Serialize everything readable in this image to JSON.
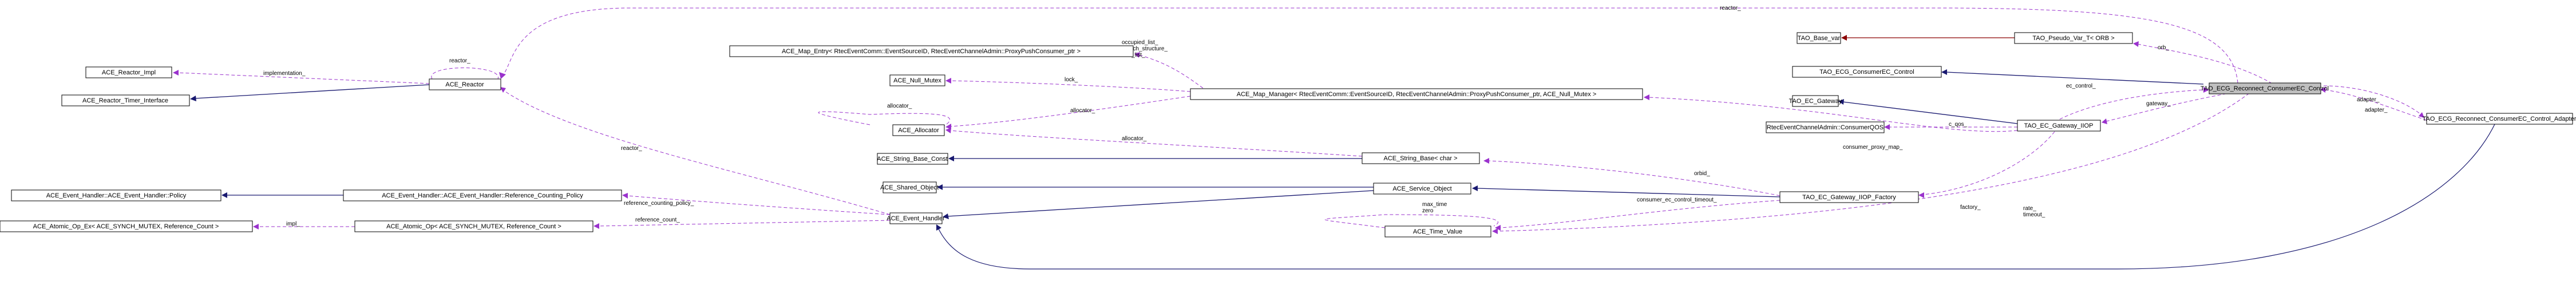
{
  "colors": {
    "inheritance": "#191970",
    "template_instance": "#8b0000",
    "usage": "#9a32cd",
    "highlight_fill": "#bfbfbf"
  },
  "nodes": {
    "reactor_impl": "ACE_Reactor_Impl",
    "reactor_timer_interface": "ACE_Reactor_Timer_Interface",
    "reactor": "ACE_Reactor",
    "eh_policy": "ACE_Event_Handler::ACE_Event_Handler::Policy",
    "atomic_op_ex": "ACE_Atomic_Op_Ex< ACE_SYNCH_MUTEX, Reference_Count >",
    "eh_refcount_policy": "ACE_Event_Handler::ACE_Event_Handler::Reference_Counting_Policy",
    "atomic_op": "ACE_Atomic_Op< ACE_SYNCH_MUTEX, Reference_Count >",
    "map_entry": "ACE_Map_Entry< RtecEventComm::EventSourceID, RtecEventChannelAdmin::ProxyPushConsumer_ptr >",
    "null_mutex": "ACE_Null_Mutex",
    "allocator": "ACE_Allocator",
    "string_base_const": "ACE_String_Base_Const",
    "shared_object": "ACE_Shared_Object",
    "event_handler": "ACE_Event_Handler",
    "map_manager": "ACE_Map_Manager< RtecEventComm::EventSourceID, RtecEventChannelAdmin::ProxyPushConsumer_ptr, ACE_Null_Mutex >",
    "string_base": "ACE_String_Base< char >",
    "service_object": "ACE_Service_Object",
    "time_value": "ACE_Time_Value",
    "tao_base_var": "TAO_Base_var",
    "tao_pseudo_var": "TAO_Pseudo_Var_T< ORB >",
    "tao_ecg_consumer_control": "TAO_ECG_ConsumerEC_Control",
    "tao_ec_gateway": "TAO_EC_Gateway",
    "rtec_consumer_qos": "RtecEventChannelAdmin::ConsumerQOS",
    "tao_ec_gateway_iiop": "TAO_EC_Gateway_IIOP",
    "tao_ec_gateway_iiop_factory": "TAO_EC_Gateway_IIOP_Factory",
    "tao_ecg_reconnect": "TAO_ECG_Reconnect_ConsumerEC_Control",
    "tao_ecg_reconnect_adapter": "TAO_ECG_Reconnect_ConsumerEC_Control_Adapter"
  },
  "edge_labels": {
    "reactor_top": "reactor_",
    "reactor_self": "reactor_",
    "implementation": "implementation_",
    "orb": "orb_",
    "occupied": "occupied_list_\nsearch_structure_\nfree_list_",
    "lock": "lock_",
    "allocator_self": "allocator_",
    "allocator_mm": "allocator_",
    "allocator_sb": "allocator_",
    "ec_control": "ec_control_",
    "gateway": "gateway_",
    "c_qos": "c_qos_",
    "consumer_proxy_map": "consumer_proxy_map_",
    "reactor_eh": "reactor_",
    "reference_counting_policy": "reference_counting_policy_",
    "impl": "impl_",
    "reference_count": "reference_count_",
    "orbid": "orbid_",
    "factory": "factory_",
    "consumer_ec_control_timeout": "consumer_ec_control_timeout_",
    "max_time_zero": "max_time\nzero",
    "rate_timeout": "rate_\ntimeout_",
    "adapter_1": "adapter_",
    "adapter_2": "adapter_"
  }
}
